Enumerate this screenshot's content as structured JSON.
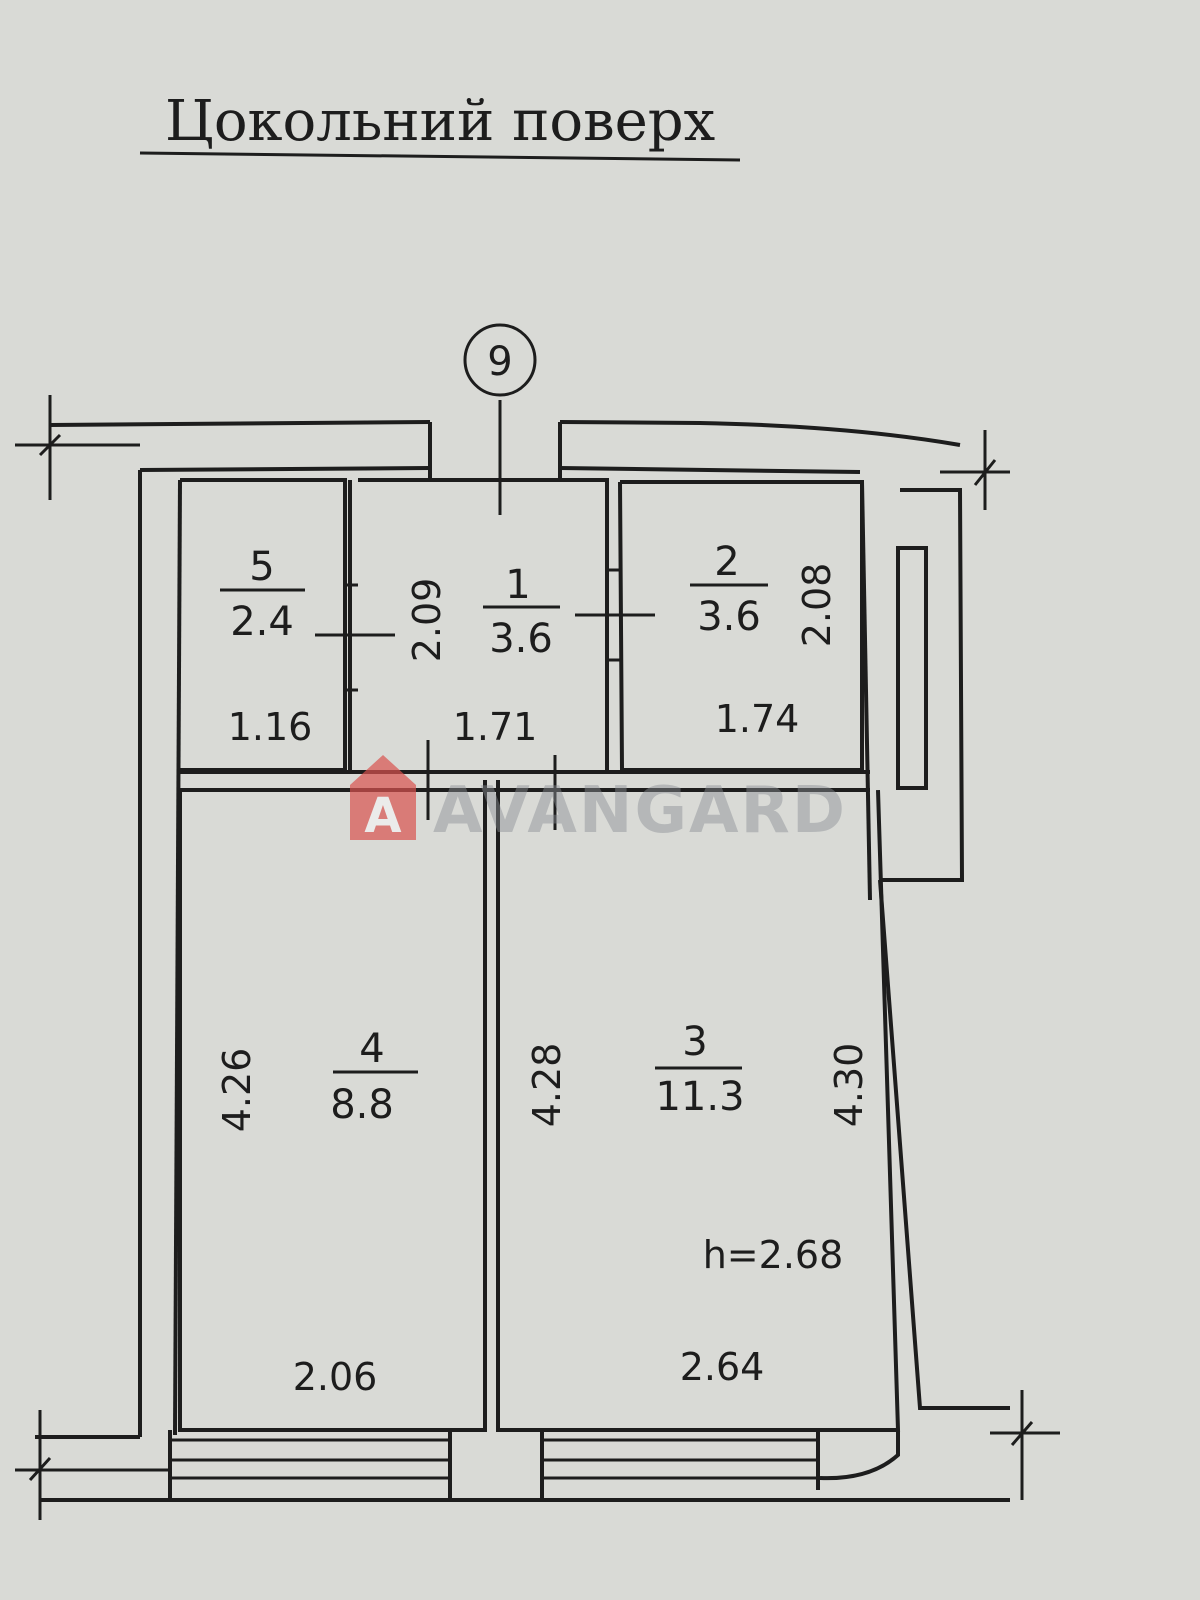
{
  "title": "Цокольний поверх",
  "axis_marker": "9",
  "watermark": "AVANGARD",
  "watermark_logo_letter": "A",
  "rooms": [
    {
      "number": "5",
      "area": "2.4"
    },
    {
      "number": "1",
      "area": "3.6"
    },
    {
      "number": "2",
      "area": "3.6"
    },
    {
      "number": "4",
      "area": "8.8"
    },
    {
      "number": "3",
      "area": "11.3"
    }
  ],
  "dimensions": {
    "room5_width": "1.16",
    "room1_width": "1.71",
    "room1_height": "2.09",
    "room2_width": "1.74",
    "room2_height": "2.08",
    "room4_width": "2.06",
    "room4_height": "4.26",
    "room3_width": "2.64",
    "room3_height_left": "4.28",
    "room3_height_right": "4.30"
  },
  "ceiling_height": "h=2.68",
  "colors": {
    "background": "#d9dad6",
    "ink": "#1d1d1d",
    "watermark_red": "#d9534f",
    "watermark_grey": "#8a8f96"
  }
}
